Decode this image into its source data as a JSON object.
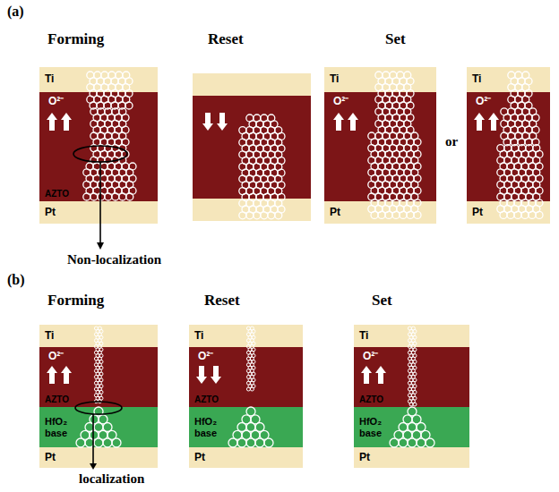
{
  "diagram": {
    "nodes": [
      {
        "text": [
          "Ti"
        ]
      },
      {
        "text": [
          "O²⁻",
          "AZTO"
        ]
      },
      {
        "text": [
          "Pt"
        ]
      },
      {
        "text": [
          "Ti"
        ]
      },
      {
        "text": [
          "O²⁻"
        ]
      },
      {
        "text": [
          "Pt"
        ]
      },
      {
        "text": [
          "Ti"
        ]
      },
      {
        "text": [
          "O²⁻"
        ]
      },
      {
        "text": [
          "Pt"
        ]
      },
      {
        "text": [
          "Ti"
        ]
      },
      {
        "text": [
          "O²⁻",
          "AZTO"
        ]
      },
      {
        "text": [
          "HfO₂ base"
        ]
      },
      {
        "text": [
          "Pt"
        ]
      },
      {
        "text": [
          "Ti"
        ]
      },
      {
        "text": [
          "O²⁻",
          "AZTO"
        ]
      },
      {
        "text": [
          "HfO₂ base"
        ]
      },
      {
        "text": [
          "Pt"
        ]
      },
      {
        "text": [
          "Ti"
        ]
      },
      {
        "text": [
          "O²⁻",
          "AZTO"
        ]
      },
      {
        "text": [
          "HfO₂ base"
        ]
      },
      {
        "text": [
          "Pt"
        ]
      }
    ],
    "labels": [
      "(a)",
      "Forming",
      "Reset",
      "Set",
      "or",
      "Non-localization",
      "(b)",
      "Forming",
      "Reset",
      "Set",
      "localization"
    ]
  }
}
